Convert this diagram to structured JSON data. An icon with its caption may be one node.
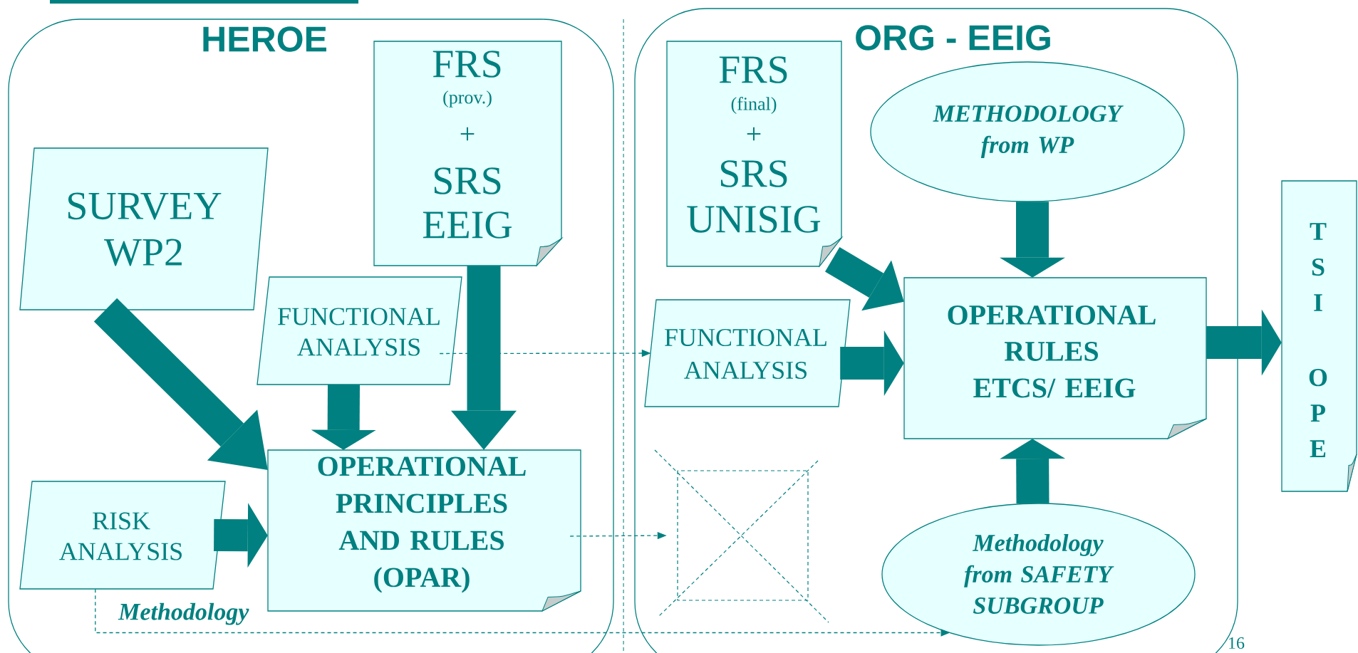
{
  "diagram": {
    "nodes": [
      {
        "text": [
          "HEROE"
        ]
      },
      {
        "text": [
          "FRS",
          "(prov.)",
          "+",
          "SRS EEIG"
        ],
        "in": 0
      },
      {
        "text": [
          "SURVEY WP2"
        ],
        "in": 0
      },
      {
        "text": [
          "FUNCTIONAL ANALYSIS"
        ],
        "in": 0
      },
      {
        "text": [
          "RISK ANALYSIS"
        ],
        "in": 0
      },
      {
        "text": [
          "OPERATIONAL PRINCIPLES AND RULES (OPAR)"
        ],
        "in": 0
      },
      {
        "text": [
          "ORG - EEIG"
        ]
      },
      {
        "text": [
          "FRS",
          "(final)",
          "+",
          "SRS UNISIG"
        ],
        "in": 6
      },
      {
        "text": [
          "METHODOLOGY from WP"
        ],
        "in": 6
      },
      {
        "text": [
          "FUNCTIONAL ANALYSIS"
        ],
        "in": 6
      },
      {
        "text": [
          "OPERATIONAL RULES",
          "ETCS/ EEIG"
        ],
        "in": 6
      },
      {
        "text": [],
        "shape": "box",
        "in": 6
      },
      {
        "text": [
          "Methodology from SAFETY SUBGROUP"
        ],
        "in": 6
      },
      {
        "text": [
          "TSI",
          "OPE"
        ]
      }
    ],
    "edges": [
      {
        "from": 2,
        "to": 5,
        "arrow": "to"
      },
      {
        "from": 3,
        "to": 5,
        "arrow": "to"
      },
      {
        "from": 1,
        "to": 5,
        "arrow": "to"
      },
      {
        "from": 4,
        "to": 5,
        "arrow": "to"
      },
      {
        "from": 3,
        "to": 9,
        "arrow": "to",
        "style": "dashed"
      },
      {
        "from": 5,
        "to": 11,
        "arrow": "to",
        "style": "dashed"
      },
      {
        "from": 4,
        "to": 12,
        "arrow": "to",
        "style": "dashed",
        "label": "Methodology"
      },
      {
        "from": 7,
        "to": 10,
        "arrow": "to"
      },
      {
        "from": 9,
        "to": 10,
        "arrow": "to"
      },
      {
        "from": 8,
        "to": 10,
        "arrow": "to"
      },
      {
        "from": 12,
        "to": 10,
        "arrow": "to"
      },
      {
        "from": 10,
        "to": 13,
        "arrow": "to"
      }
    ],
    "labels": [
      "16"
    ]
  }
}
